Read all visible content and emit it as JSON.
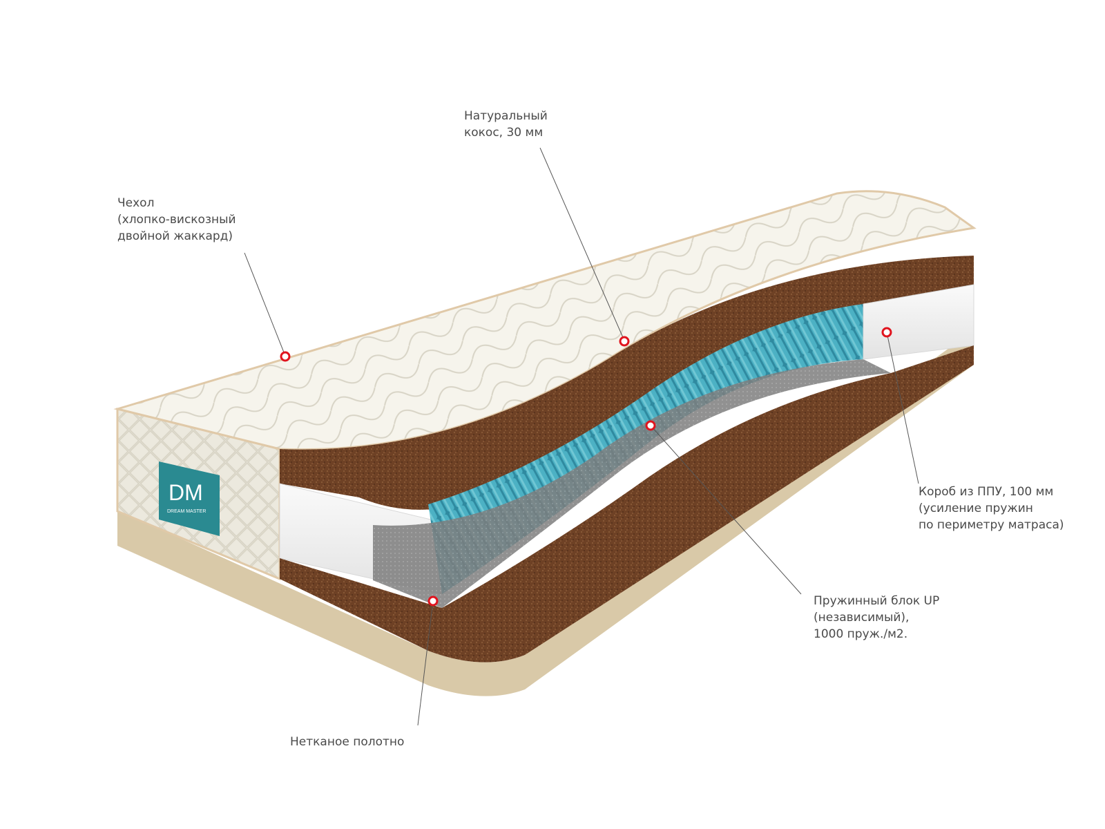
{
  "brand": {
    "logo_text": "DM",
    "logo_subtext": "DREAM MASTER",
    "logo_color": "#2a8a91"
  },
  "colors": {
    "coconut": "#6e4125",
    "foam": "#f1f1f1",
    "springs": "#3e9fb2",
    "marker": "#e0141e",
    "cover": "#f4f2ea"
  },
  "callouts": {
    "cover": {
      "lines": [
        "Чехол",
        "(хлопко-вискозный",
        "двойной жаккард)"
      ]
    },
    "coconut": {
      "lines": [
        "Натуральный",
        "кокос, 30 мм"
      ]
    },
    "foam_box": {
      "lines": [
        "Короб из ППУ, 100 мм",
        "(усиление пружин",
        "по периметру матраса)"
      ]
    },
    "springs": {
      "lines": [
        "Пружинный блок UP",
        "(независимый),",
        "1000 пруж./м2."
      ]
    },
    "nonwoven": {
      "lines": [
        "Нетканое полотно"
      ]
    }
  }
}
